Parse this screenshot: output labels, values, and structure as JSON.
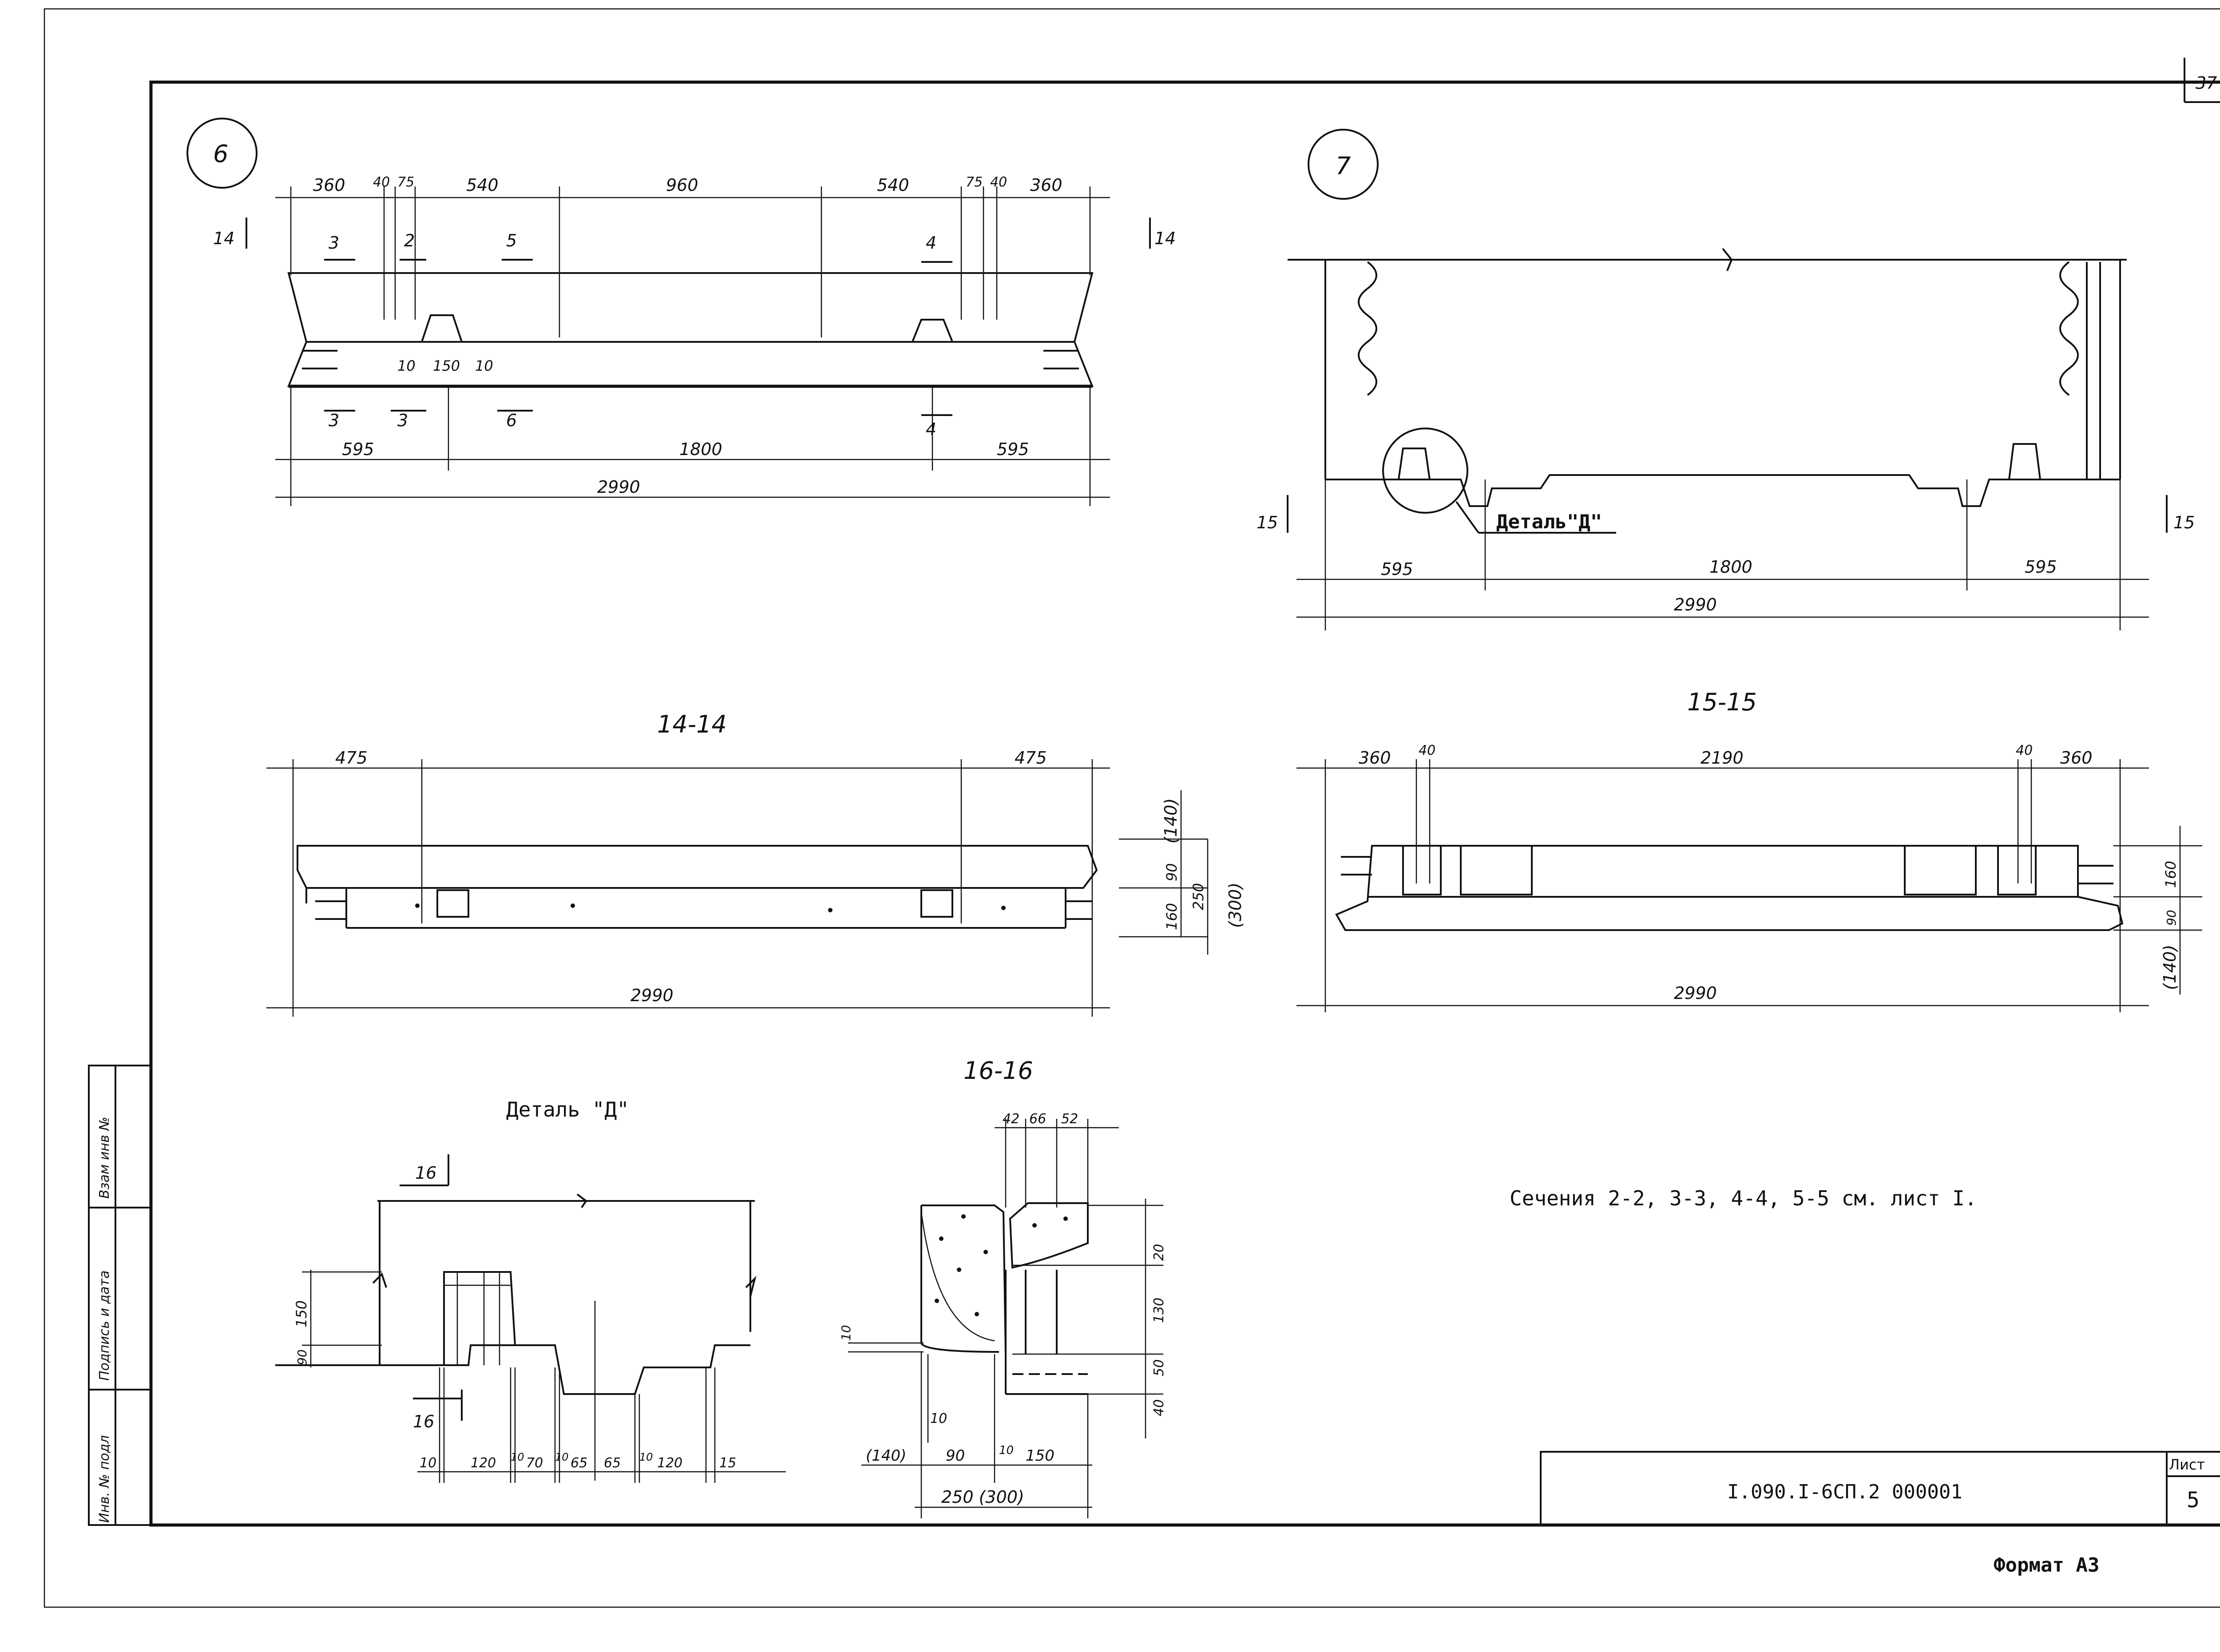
{
  "sheet_number_top": "37",
  "views": {
    "view6": {
      "marker": "6",
      "top_dims": [
        "360",
        "40",
        "75",
        "540",
        "960",
        "540",
        "75",
        "40",
        "360"
      ],
      "section_marks": [
        "14",
        "14",
        "3",
        "2",
        "5",
        "4",
        "3",
        "3",
        "6",
        "4"
      ],
      "inner_dims": [
        "10",
        "150",
        "10"
      ],
      "bottom_dims": [
        "595",
        "1800",
        "595"
      ],
      "overall": "2990"
    },
    "view7": {
      "marker": "7",
      "detail_label": "Деталь\"Д\"",
      "section_marks": [
        "15",
        "15"
      ],
      "bottom_dims": [
        "595",
        "1800",
        "595"
      ],
      "overall": "2990"
    },
    "sec14": {
      "title": "14-14",
      "dims_top": [
        "475",
        "475"
      ],
      "dims_right": [
        "(140)",
        "90",
        "160",
        "250",
        "(300)"
      ],
      "overall": "2990"
    },
    "sec15": {
      "title": "15-15",
      "dims_top": [
        "360",
        "40",
        "2190",
        "40",
        "360"
      ],
      "dims_right": [
        "160",
        "90",
        "(140)"
      ],
      "overall": "2990"
    },
    "detailD": {
      "title": "Деталь \"Д\"",
      "section_marks": [
        "16",
        "16"
      ],
      "dims_left": [
        "150",
        "90"
      ],
      "dims_bottom": [
        "10",
        "120",
        "10",
        "70",
        "10",
        "65",
        "65",
        "10",
        "120",
        "15"
      ]
    },
    "sec16": {
      "title": "16-16",
      "dims_top": [
        "42",
        "66",
        "52"
      ],
      "dims_right": [
        "20",
        "130",
        "50",
        "40"
      ],
      "dims_left": [
        "10"
      ],
      "dims_bottom": [
        "(140)",
        "90",
        "10",
        "150",
        "10",
        "250 (300)"
      ]
    }
  },
  "note": "Сечения 2-2, 3-3, 4-4, 5-5 см. лист I.",
  "title_block": {
    "code": "I.090.I-6СП.2  000001",
    "sheet_label": "Лист",
    "sheet_number": "5"
  },
  "stamp_column": [
    "Инв. № подл",
    "Подпись и дата",
    "Взам инв №"
  ],
  "format": "Формат А3"
}
